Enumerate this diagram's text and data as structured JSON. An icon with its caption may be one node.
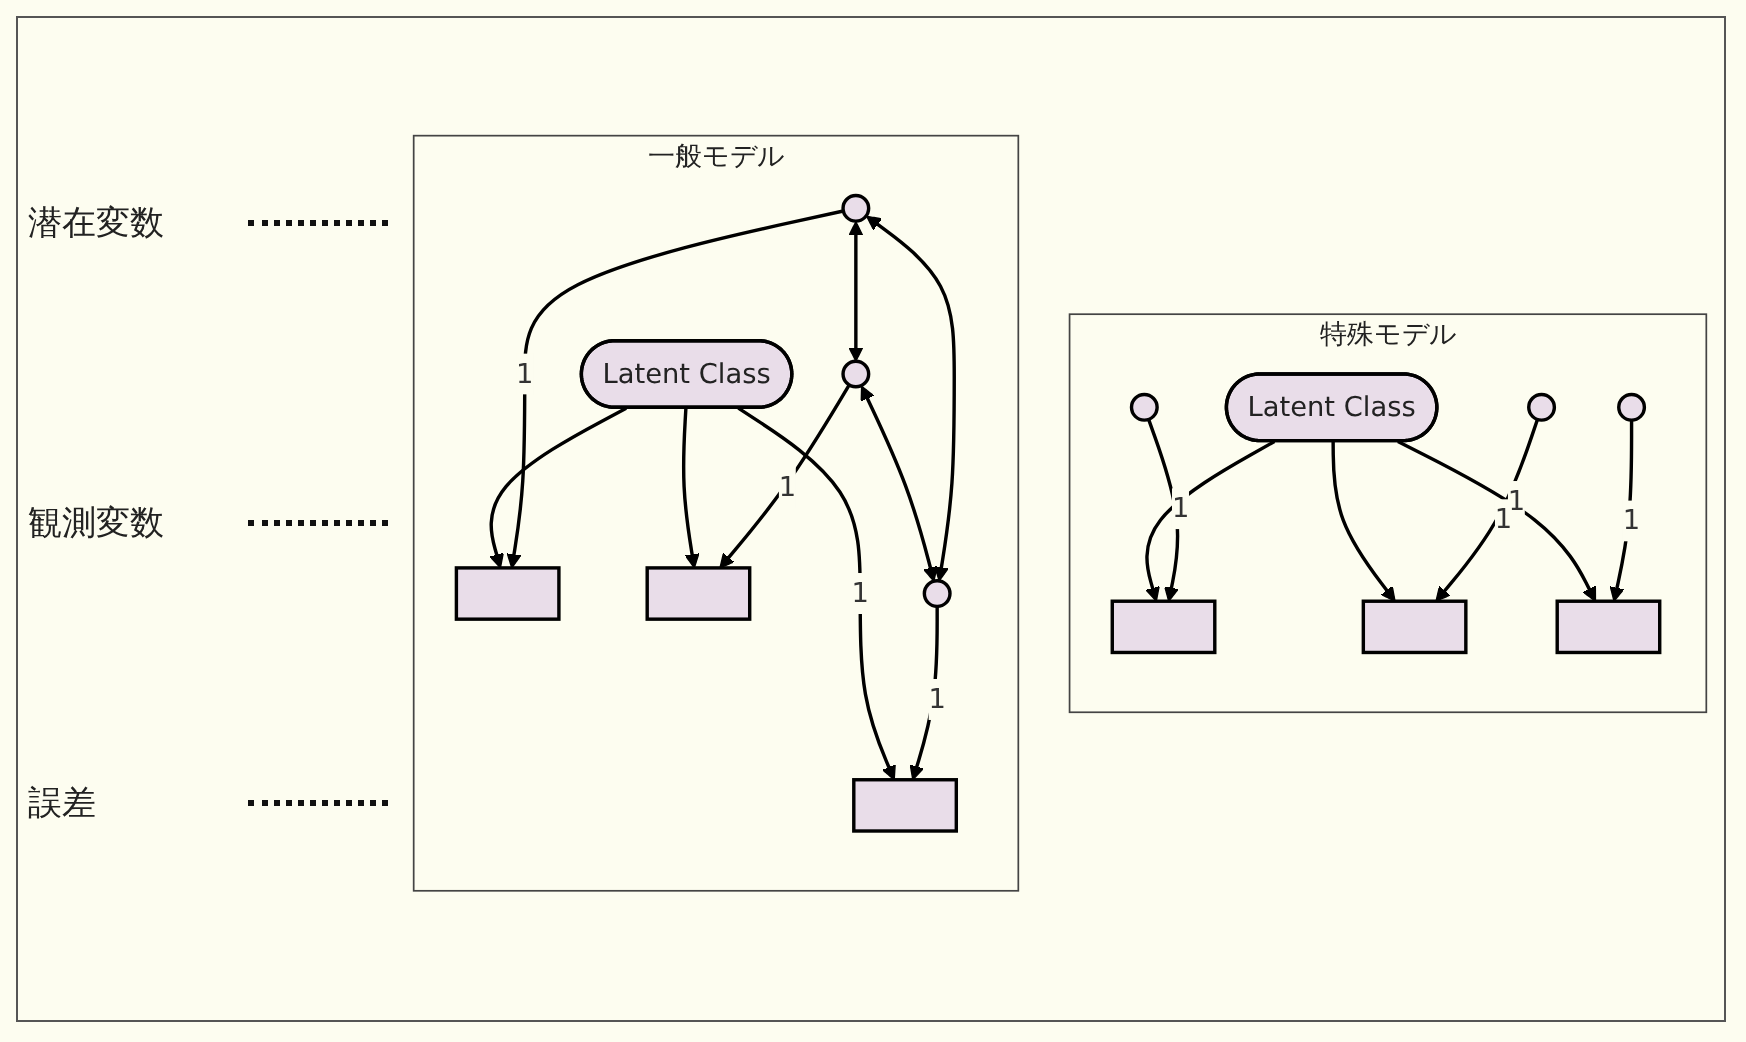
{
  "diagram": {
    "nodes": [
      {
        "text": [
          "特殊モデル"
        ]
      },
      {
        "text": [
          "Latent Class"
        ],
        "in": 0
      },
      {
        "text": [],
        "shape": "box",
        "in": 0
      },
      {
        "text": [],
        "shape": "box",
        "in": 0
      },
      {
        "text": [],
        "shape": "box",
        "in": 0
      },
      {
        "text": [],
        "shape": "circle",
        "in": 0
      },
      {
        "text": [],
        "shape": "circle",
        "in": 0
      },
      {
        "text": [],
        "shape": "circle",
        "in": 0
      },
      {
        "text": [
          "一般モデル"
        ]
      },
      {
        "text": [
          "Latent Class"
        ],
        "in": 8
      },
      {
        "text": [],
        "shape": "box",
        "in": 8
      },
      {
        "text": [],
        "shape": "box",
        "in": 8
      },
      {
        "text": [],
        "shape": "box",
        "in": 8
      },
      {
        "text": [],
        "shape": "circle",
        "in": 8
      },
      {
        "text": [],
        "shape": "circle",
        "in": 8
      },
      {
        "text": [],
        "shape": "circle",
        "in": 8
      }
    ],
    "edges": [
      {
        "from": 1,
        "to": 2,
        "arrow": "to"
      },
      {
        "from": 1,
        "to": 3,
        "arrow": "to"
      },
      {
        "from": 1,
        "to": 4,
        "arrow": "to",
        "label": "1"
      },
      {
        "from": 5,
        "to": 2,
        "arrow": "to",
        "label": "1"
      },
      {
        "from": 6,
        "to": 3,
        "arrow": "to",
        "label": "1"
      },
      {
        "from": 7,
        "to": 4,
        "arrow": "to",
        "label": "1"
      },
      {
        "from": 9,
        "to": 10,
        "arrow": "to"
      },
      {
        "from": 9,
        "to": 11,
        "arrow": "to"
      },
      {
        "from": 9,
        "to": 12,
        "arrow": "to",
        "label": "1"
      },
      {
        "from": 13,
        "to": 10,
        "arrow": "to",
        "label": "1"
      },
      {
        "from": 14,
        "to": 11,
        "arrow": "to",
        "label": "1"
      },
      {
        "from": 15,
        "to": 12,
        "arrow": "to",
        "label": "1"
      },
      {
        "from": 13,
        "to": 14,
        "arrow": "both"
      },
      {
        "from": 14,
        "to": 15,
        "arrow": "both"
      },
      {
        "from": 13,
        "to": 15,
        "arrow": "both"
      }
    ],
    "labels": [
      "潜在変数",
      "観測変数",
      "誤差"
    ]
  }
}
